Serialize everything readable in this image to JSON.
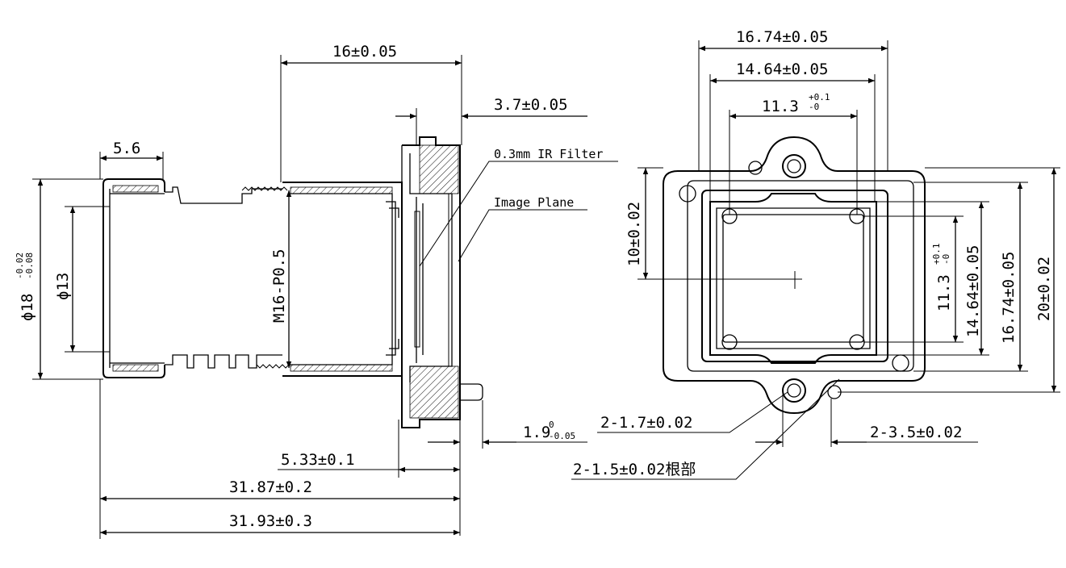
{
  "side_view": {
    "dim_total_length_a": "31.93±0.3",
    "dim_total_length_b": "31.87±0.2",
    "dim_lens_to_flange": "16±0.05",
    "dim_flange_thickness": "3.7±0.05",
    "dim_front_width": "5.6",
    "dim_outer_diameter_main": "ϕ18",
    "dim_outer_diameter_upper": "-0.02",
    "dim_outer_diameter_lower": "-0.08",
    "dim_inner_diameter": "ϕ13",
    "dim_thread": "M16-P0.5",
    "dim_mount_depth": "5.33±0.1",
    "dim_pin_main": "1.9",
    "dim_pin_upper": "0",
    "dim_pin_lower": "-0.05",
    "label_ir_filter": "0.3mm IR Filter",
    "label_image_plane": "Image Plane"
  },
  "front_view": {
    "dim_outer_width": "16.74±0.05",
    "dim_mid_width": "14.64±0.05",
    "dim_inner_width_main": "11.3",
    "dim_inner_width_upper": "+0.1",
    "dim_inner_width_lower": "-0",
    "dim_center_offset": "10±0.02",
    "dim_inner_height_main": "11.3",
    "dim_inner_height_upper": "+0.1",
    "dim_inner_height_lower": "-0",
    "dim_mid_height": "14.64±0.05",
    "dim_outer_height": "16.74±0.05",
    "dim_total_height": "20±0.02",
    "dim_hole_a": "2-1.7±0.02",
    "dim_hole_b": "2-1.5±0.02根部",
    "dim_hole_c": "2-3.5±0.02"
  }
}
